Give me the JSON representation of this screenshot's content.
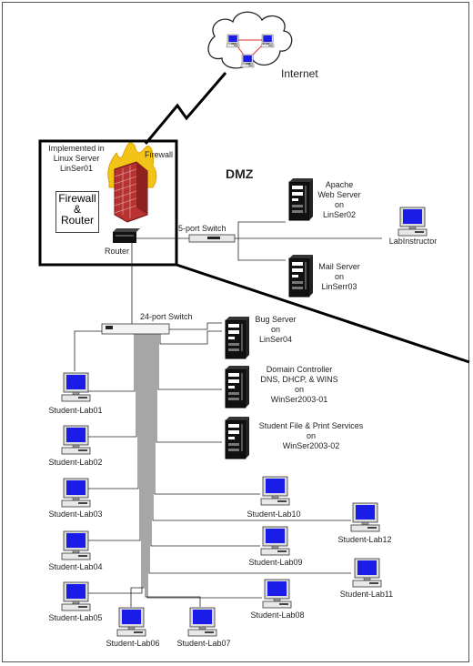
{
  "internet": {
    "label": "Internet"
  },
  "firewall_box": {
    "implemented_line1": "Implemented in",
    "implemented_line2": "Linux Server",
    "implemented_line3": "LinSer01",
    "firewall_label": "Firewall",
    "fr_line1": "Firewall",
    "fr_line2": "&",
    "fr_line3": "Router",
    "router_label": "Router"
  },
  "dmz": {
    "title": "DMZ",
    "switch_label": "5-port Switch",
    "apache": {
      "line1": "Apache",
      "line2": "Web Server",
      "line3": "on",
      "line4": "LinSer02"
    },
    "mail": {
      "line1": "Mail Server",
      "line2": "on",
      "line3": "LinSerr03"
    },
    "instructor": "LabInstructor"
  },
  "lan": {
    "switch_label": "24-port Switch",
    "bug": {
      "line1": "Bug Server",
      "line2": "on",
      "line3": "LinSer04"
    },
    "dc": {
      "line1": "Domain Controller",
      "line2": "DNS, DHCP, & WINS",
      "line3": "on",
      "line4": "WinSer2003-01"
    },
    "file": {
      "line1": "Student File & Print Services",
      "line2": "on",
      "line3": "WinSer2003-02"
    },
    "labs": [
      "Student-Lab01",
      "Student-Lab02",
      "Student-Lab03",
      "Student-Lab04",
      "Student-Lab05",
      "Student-Lab06",
      "Student-Lab07",
      "Student-Lab08",
      "Student-Lab09",
      "Student-Lab10",
      "Student-Lab11",
      "Student-Lab12"
    ]
  },
  "colors": {
    "screen": "#1c1ce8",
    "fire": "#f3c418",
    "brick": "#b83232",
    "line": "#222222"
  }
}
